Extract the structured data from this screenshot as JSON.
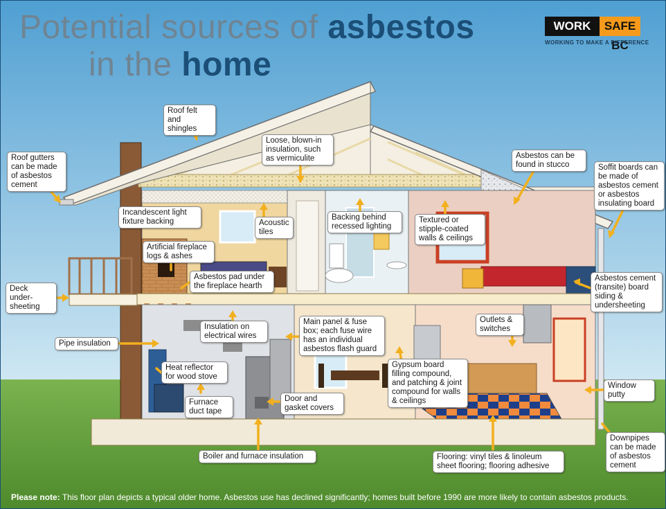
{
  "title": {
    "line1_prefix": "Potential sources of ",
    "line1_emph": "asbestos",
    "line2_prefix": "in the ",
    "line2_emph": "home"
  },
  "logo": {
    "part1": "WORK",
    "part2": "SAFE BC",
    "tagline": "WORKING TO MAKE A DIFFERENCE"
  },
  "labels": [
    {
      "id": "roof-felt",
      "text": "Roof felt and shingles"
    },
    {
      "id": "loose-insulation",
      "text": "Loose, blown-in insulation, such as vermiculite"
    },
    {
      "id": "stucco",
      "text": "Asbestos can be found in stucco"
    },
    {
      "id": "roof-gutters",
      "text": "Roof gutters can be made of asbestos cement"
    },
    {
      "id": "soffit",
      "text": "Soffit boards can be made of asbestos cement or asbestos insulating board"
    },
    {
      "id": "light-fixture",
      "text": "Incandescent light fixture backing"
    },
    {
      "id": "acoustic",
      "text": "Acoustic tiles"
    },
    {
      "id": "recessed",
      "text": "Backing behind recessed lighting"
    },
    {
      "id": "textured",
      "text": "Textured or stipple-coated walls & ceilings"
    },
    {
      "id": "fireplace-logs",
      "text": "Artificial fireplace logs & ashes"
    },
    {
      "id": "hearth",
      "text": "Asbestos pad under the fireplace hearth"
    },
    {
      "id": "deck",
      "text": "Deck under-sheeting"
    },
    {
      "id": "siding",
      "text": "Asbestos cement (transite) board siding & undersheeting"
    },
    {
      "id": "electrical",
      "text": "Insulation on electrical wires"
    },
    {
      "id": "main-panel",
      "text": "Main panel & fuse box; each fuse wire has an individual asbestos flash guard"
    },
    {
      "id": "outlets",
      "text": "Outlets & switches"
    },
    {
      "id": "pipe",
      "text": "Pipe insulation"
    },
    {
      "id": "heat-reflector",
      "text": "Heat reflector for wood stove"
    },
    {
      "id": "gypsum",
      "text": "Gypsum board filling compound, and patching & joint compound for walls & ceilings"
    },
    {
      "id": "window-putty",
      "text": "Window putty"
    },
    {
      "id": "duct-tape",
      "text": "Furnace duct tape"
    },
    {
      "id": "door-gasket",
      "text": "Door and gasket covers"
    },
    {
      "id": "boiler",
      "text": "Boiler and furnace insulation"
    },
    {
      "id": "flooring",
      "text": "Flooring: vinyl tiles & linoleum sheet flooring; flooring adhesive"
    },
    {
      "id": "downpipes",
      "text": "Downpipes can be made of asbestos cement"
    }
  ],
  "note": {
    "bold": "Please note:",
    "text": " This floor plan depicts a typical older home. Asbestos use has declined significantly; homes built before 1990 are more likely to contain asbestos products."
  },
  "colors": {
    "sky_top": "#5aa7d6",
    "sky_bottom": "#bfe0f0",
    "grass": "#6aa343",
    "title_grey": "#6f8493",
    "title_blue": "#1b4f78",
    "arrow": "#f2b01e",
    "logo_orange": "#f59a1b"
  }
}
